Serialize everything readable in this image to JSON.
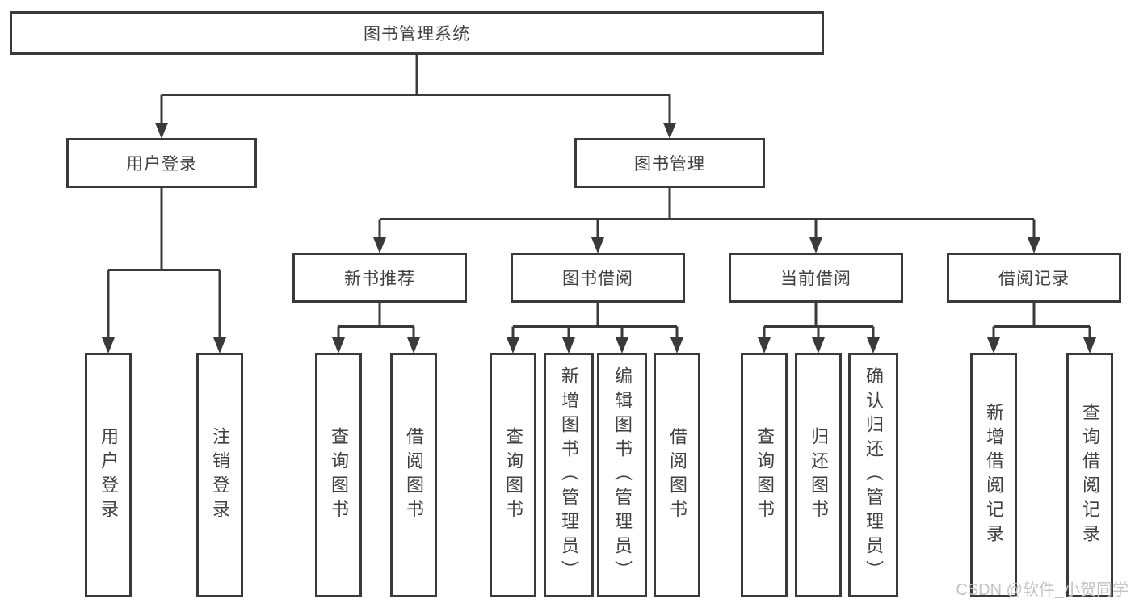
{
  "tree": {
    "label": "图书管理系统",
    "children": [
      {
        "label": "用户登录",
        "children": [
          {
            "label": "用户登录"
          },
          {
            "label": "注销登录"
          }
        ]
      },
      {
        "label": "图书管理",
        "children": [
          {
            "label": "新书推荐",
            "children": [
              {
                "label": "查询图书"
              },
              {
                "label": "借阅图书"
              }
            ]
          },
          {
            "label": "图书借阅",
            "children": [
              {
                "label": "查询图书"
              },
              {
                "label": "新增图书（管理员）"
              },
              {
                "label": "编辑图书（管理员）"
              },
              {
                "label": "借阅图书"
              }
            ]
          },
          {
            "label": "当前借阅",
            "children": [
              {
                "label": "查询图书"
              },
              {
                "label": "归还图书"
              },
              {
                "label": "确认归还（管理员）"
              }
            ]
          },
          {
            "label": "借阅记录",
            "children": [
              {
                "label": "新增借阅记录"
              },
              {
                "label": "查询借阅记录"
              }
            ]
          }
        ]
      }
    ]
  },
  "watermark": "CSDN @软件_小贺同学",
  "colors": {
    "line": "#3a3a3a",
    "text": "#404040",
    "watermark": "#c3c3c3",
    "background": "#ffffff"
  }
}
